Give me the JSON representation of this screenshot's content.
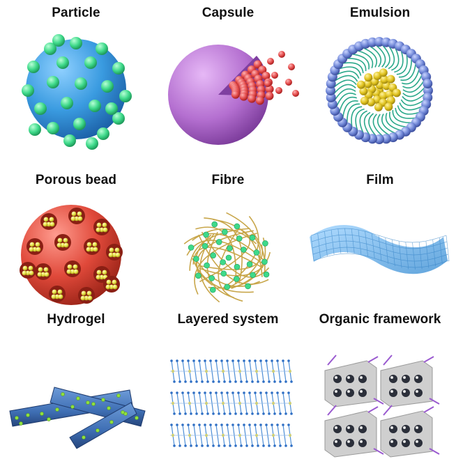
{
  "items": [
    {
      "id": "particle",
      "label": "Particle"
    },
    {
      "id": "capsule",
      "label": "Capsule"
    },
    {
      "id": "emulsion",
      "label": "Emulsion"
    },
    {
      "id": "porous-bead",
      "label": "Porous bead"
    },
    {
      "id": "fibre",
      "label": "Fibre"
    },
    {
      "id": "film",
      "label": "Film"
    },
    {
      "id": "hydrogel",
      "label": "Hydrogel"
    },
    {
      "id": "layered-system",
      "label": "Layered system"
    },
    {
      "id": "organic-framework",
      "label": "Organic framework"
    }
  ],
  "colors": {
    "particle_core": "#3a9be0",
    "particle_spot": "#3ed98a",
    "capsule_shell": "#b46fd0",
    "capsule_payload": "#e34b4b",
    "emulsion_head": "#6f86d6",
    "emulsion_core": "#e0c21e",
    "emulsion_tail": "#2aa88a",
    "bead": "#e0493a",
    "bead_dot": "#e8e046",
    "fibre": "#c8a64a",
    "fibre_dot": "#3ed98a",
    "film": "#6fb6ea",
    "hydrogel": "#3f6fb4",
    "hydrogel_dot": "#8fe03e",
    "layer_blue": "#4f8fd6",
    "layer_yellow": "#e8d84a",
    "framework_grey": "#c8c8c8",
    "framework_purple": "#9a5ad0"
  }
}
